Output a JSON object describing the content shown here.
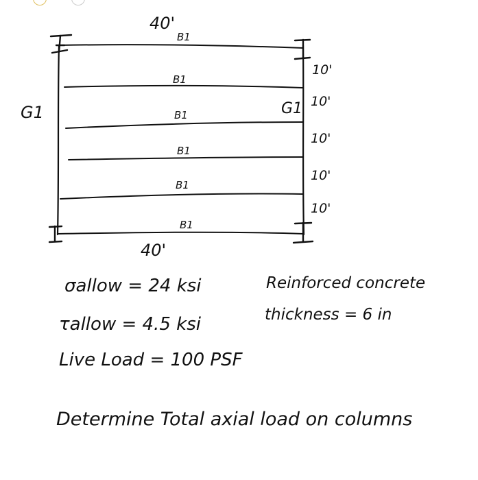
{
  "diagram": {
    "top_span_label": "40'",
    "bottom_span_label": "40'",
    "beam_label": "B1",
    "left_girder_label": "G1",
    "right_girder_label": "G1",
    "bay_spacings": [
      "10'",
      "10'",
      "10'",
      "10'",
      "10'"
    ]
  },
  "notes": {
    "sigma_allow": "σallow = 24 ksi",
    "tau_allow": "τallow = 4.5 ksi",
    "live_load": "Live Load = 100 PSF",
    "slab_material": "Reinforced concrete",
    "slab_thickness": "thickness = 6 in",
    "task": "Determine Total axial load on columns"
  },
  "colors": {
    "ink": "#111111",
    "paper": "#ffffff"
  }
}
